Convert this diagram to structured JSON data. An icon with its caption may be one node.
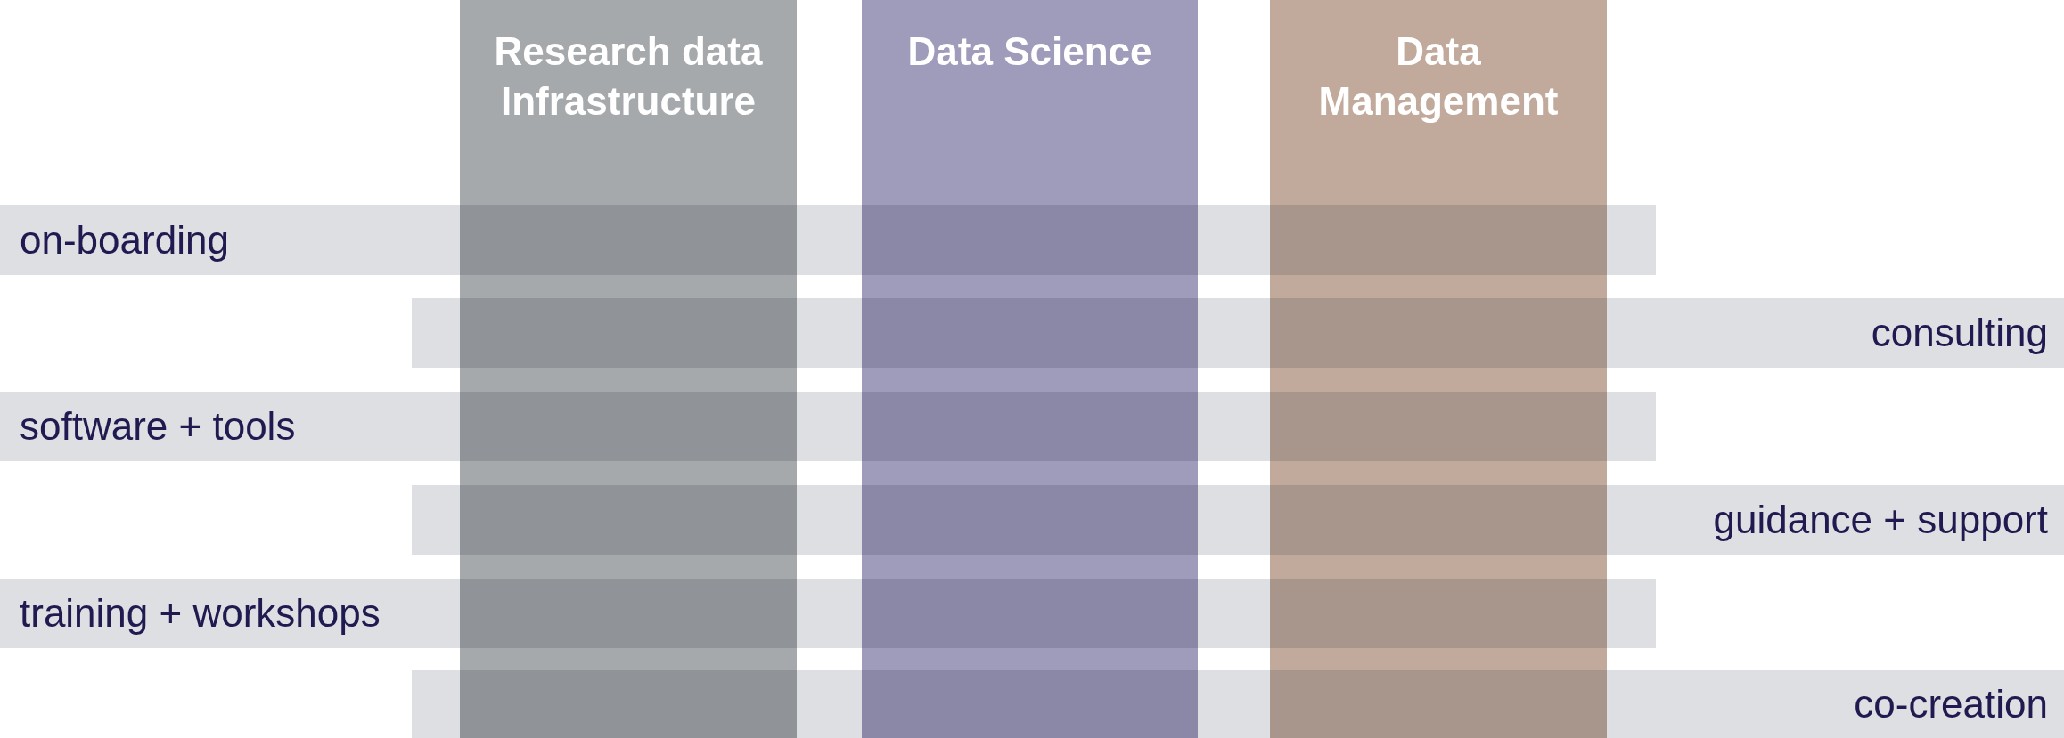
{
  "diagram": {
    "nodes": [
      {
        "text": [
          "Research data Infrastructure"
        ]
      },
      {
        "text": [
          "Data Science"
        ]
      },
      {
        "text": [
          "Data Management"
        ]
      },
      {
        "text": [
          "on-boarding"
        ]
      },
      {
        "text": [
          "consulting"
        ]
      },
      {
        "text": [
          "software + tools"
        ]
      },
      {
        "text": [
          "guidance + support"
        ]
      },
      {
        "text": [
          "training + workshops"
        ]
      },
      {
        "text": [
          "co-creation"
        ]
      }
    ]
  }
}
